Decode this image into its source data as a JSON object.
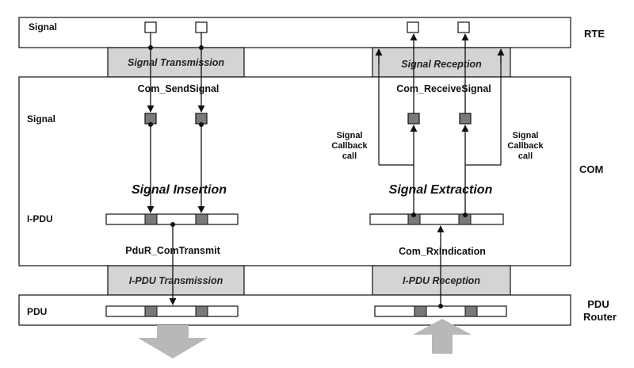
{
  "layers": {
    "rte": "RTE",
    "com": "COM",
    "pdu_router_line1": "PDU",
    "pdu_router_line2": "Router"
  },
  "row_labels": {
    "rte_signal": "Signal",
    "com_signal": "Signal",
    "ipdu": "I-PDU",
    "pdu": "PDU"
  },
  "bands": {
    "signal_transmission": "Signal Transmission",
    "signal_reception": "Signal Reception",
    "ipdu_transmission": "I-PDU Transmission",
    "ipdu_reception": "I-PDU Reception"
  },
  "functions": {
    "com_send_signal": "Com_SendSignal",
    "com_receive_signal": "Com_ReceiveSignal",
    "pdur_com_transmit": "PduR_ComTransmit",
    "com_rx_indication": "Com_RxIndication"
  },
  "processes": {
    "signal_insertion": "Signal Insertion",
    "signal_extraction": "Signal Extraction"
  },
  "callback": {
    "left": [
      "Signal",
      "Callback",
      "call"
    ],
    "right": [
      "Signal",
      "Callback",
      "call"
    ]
  },
  "colors": {
    "stroke": "#111111",
    "band_fill": "#d4d4d4",
    "signal_fill": "#7a7a7a",
    "big_arrow": "#b8b8b8"
  }
}
